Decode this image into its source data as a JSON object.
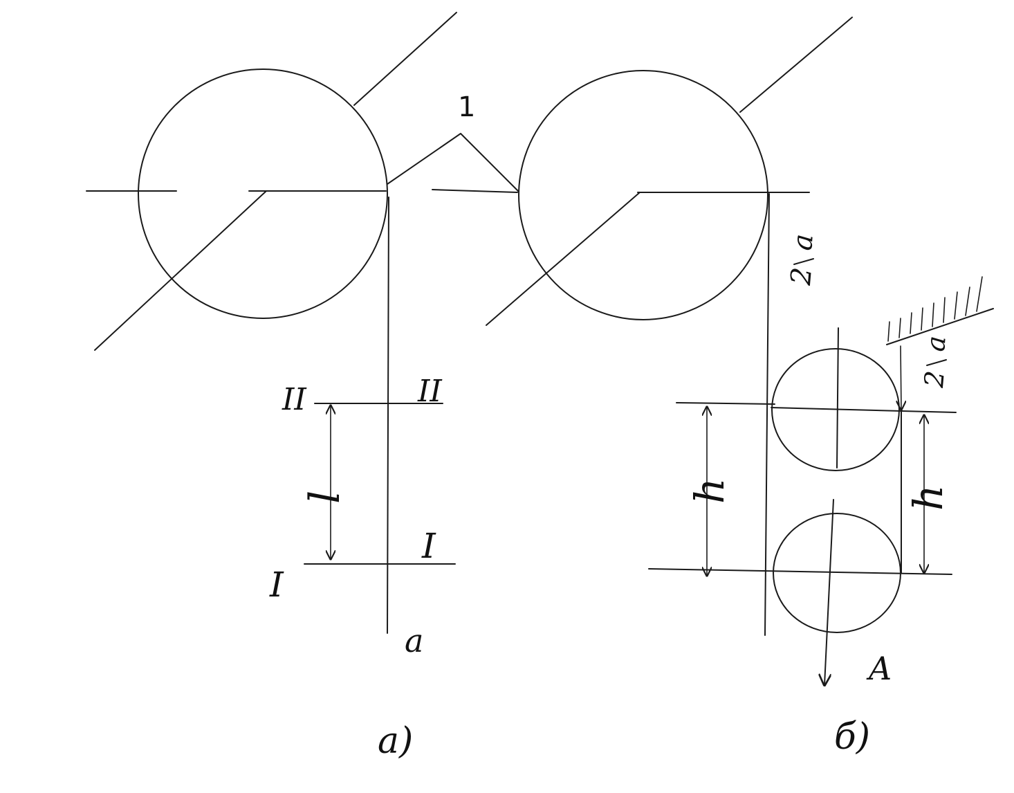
{
  "labels": {
    "one": "1",
    "a_rope": "a",
    "roman_two": "II",
    "roman_one": "I",
    "dist_l": "l",
    "frac_num": "a",
    "frac_den": "2",
    "dist_h": "h",
    "point_A": "A",
    "caption_a": "a)",
    "caption_b": "б)"
  },
  "colors": {
    "ink": "#1a1a1a",
    "paper": "#ffffff"
  }
}
